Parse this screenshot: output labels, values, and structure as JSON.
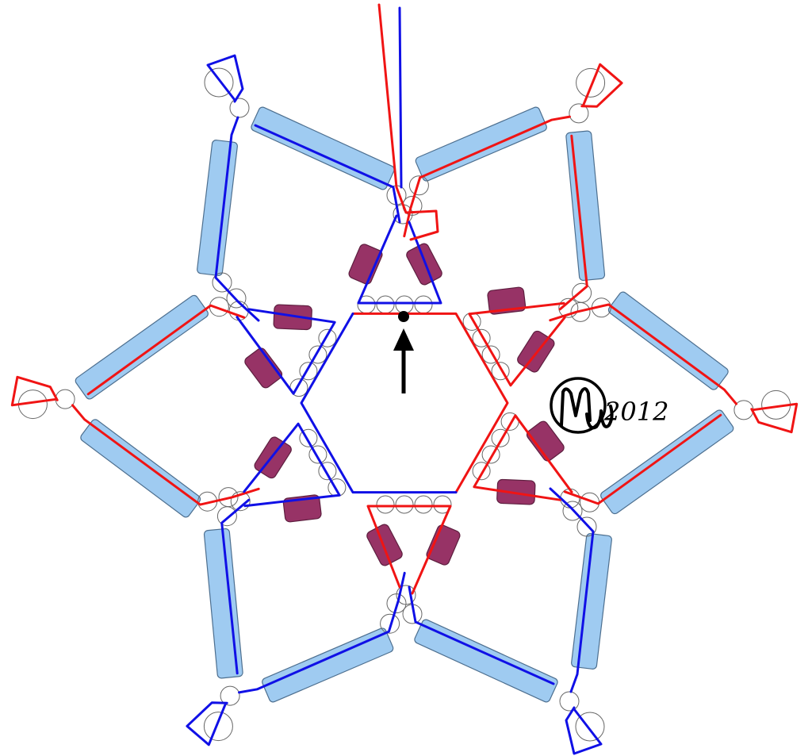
{
  "diagram": {
    "signature": {
      "initials": "MW",
      "year": "2012"
    },
    "colors": {
      "long_bead_fill": "#9fcbf1",
      "long_bead_stroke": "#4d6f8f",
      "short_bead_fill": "#973366",
      "short_bead_stroke": "#5d1f3f",
      "seed_bead_stroke": "#666666",
      "thread_blue": "#1010e6",
      "thread_red": "#f01414",
      "marker": "#000000"
    },
    "symmetry": "six-fold",
    "icons": [
      "start-dot-marker",
      "direction-arrow-icon",
      "signature-logo"
    ]
  }
}
